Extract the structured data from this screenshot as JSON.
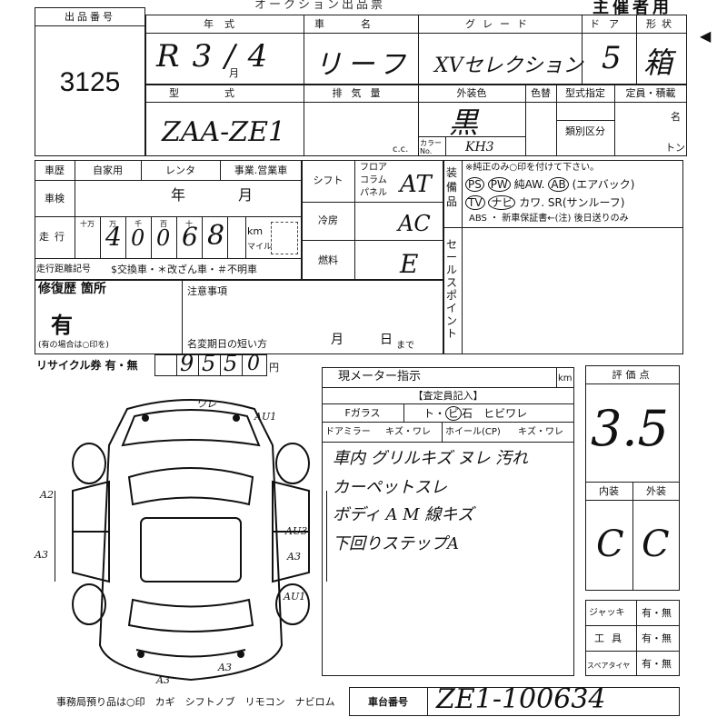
{
  "header": {
    "title_fragment": "オークション出品票",
    "organizer": "主催者用"
  },
  "lot": {
    "label": "出品番号",
    "value": "3125"
  },
  "year": {
    "label": "年式",
    "value": "R3/4",
    "unit": "月"
  },
  "name": {
    "label": "車名",
    "value": "リーフ"
  },
  "grade": {
    "label": "グレード",
    "value": "XVセレクション"
  },
  "doors": {
    "label": "ドア",
    "value": "5"
  },
  "body_type": {
    "label": "形状",
    "value": "箱"
  },
  "model": {
    "label": "型式",
    "value": "ZAA-ZE1"
  },
  "displacement": {
    "label": "排気量",
    "unit": "c.c."
  },
  "exterior_color": {
    "label": "外装色",
    "value": "黒",
    "code_label": "カラーNo.",
    "code": "KH3"
  },
  "repaint": {
    "label": "色替"
  },
  "type_designation": {
    "label": "型式指定",
    "class_label": "類別区分"
  },
  "capacity": {
    "label": "定員・積載",
    "persons_unit": "名",
    "tons_unit": "トン"
  },
  "history": {
    "label": "車歴",
    "options": [
      "自家用",
      "レンタ",
      "事業.営業車"
    ]
  },
  "inspection": {
    "label": "車検",
    "year_unit": "年",
    "month_unit": "月"
  },
  "mileage": {
    "label": "走行",
    "digit_labels": [
      "十万",
      "万",
      "千",
      "百",
      "十",
      ""
    ],
    "digits": [
      "4",
      "0",
      "0",
      "6",
      "8",
      ""
    ],
    "unit_km": "km",
    "unit_mile": "マイル"
  },
  "mileage_record": {
    "label": "走行距離記号",
    "text": "$交換車・＊改ざん車・＃不明車"
  },
  "shift": {
    "label": "シフト",
    "options": [
      "フロア",
      "コラム",
      "パネル"
    ],
    "value": "AT"
  },
  "ac": {
    "label": "冷房",
    "value": "AC"
  },
  "fuel": {
    "label": "燃料",
    "value": "E"
  },
  "equipment": {
    "label": "装備品",
    "note": "※純正のみ○印を付けて下さい。",
    "row1": [
      "PS",
      "PW",
      "純AW.",
      "AB",
      "(エアバック)"
    ],
    "row2": [
      "TV",
      "ナビ",
      "カワ.",
      "SR(サンルーフ)"
    ],
    "row3": "ABS ・ 新車保証書←(注) 後日送りのみ"
  },
  "sales_point": {
    "label": "セールスポイント"
  },
  "repair": {
    "label": "修復歴 箇所",
    "value": "有",
    "note": "(有の場合は○印を)"
  },
  "notes": {
    "label": "注意事項",
    "short_label": "名変期日の短い方",
    "month_unit": "月",
    "day_unit": "日",
    "suffix": "まで"
  },
  "recycle": {
    "label": "リサイクル券 有・無",
    "digits": [
      "",
      "9",
      "5",
      "5",
      "0"
    ],
    "unit": "円"
  },
  "meter": {
    "label": "現メーター指示",
    "unit": "km"
  },
  "inspector": {
    "header": "【査定員記入】",
    "fglass": "Fガラス",
    "fglass_opts": [
      "ト",
      "ビ",
      "石",
      "ヒビワレ"
    ],
    "mirror": "ドアミラー",
    "mirror_opts": "キズ・ワレ",
    "wheel": "ホイール(CP)",
    "wheel_opts": "キズ・ワレ",
    "handwritten": [
      "車内 グリルキズ ヌレ 汚れ",
      "カーペットスレ",
      "ボディ A M 線キズ",
      "下回りステップA"
    ]
  },
  "score": {
    "label": "評価点",
    "value": "3.5"
  },
  "interior": {
    "label": "内装",
    "value": "C"
  },
  "exterior": {
    "label": "外装",
    "value": "C"
  },
  "tools": {
    "jack": {
      "label": "ジャッキ",
      "opts": "有・無"
    },
    "tools": {
      "label": "工具",
      "opts": "有・無"
    },
    "spare": {
      "label": "スペアタイヤ",
      "opts": "有・無"
    }
  },
  "diagram_marks": [
    "ワレ",
    "AU1",
    "A2",
    "A3",
    "AU3",
    "A3",
    "AU1",
    "A3",
    "A3"
  ],
  "footer": {
    "keys_note": "事務局預り品は○印　カギ　シフトノブ　リモコン　ナビロム",
    "chassis_label": "車台番号",
    "chassis_value": "ZE1-100634"
  }
}
